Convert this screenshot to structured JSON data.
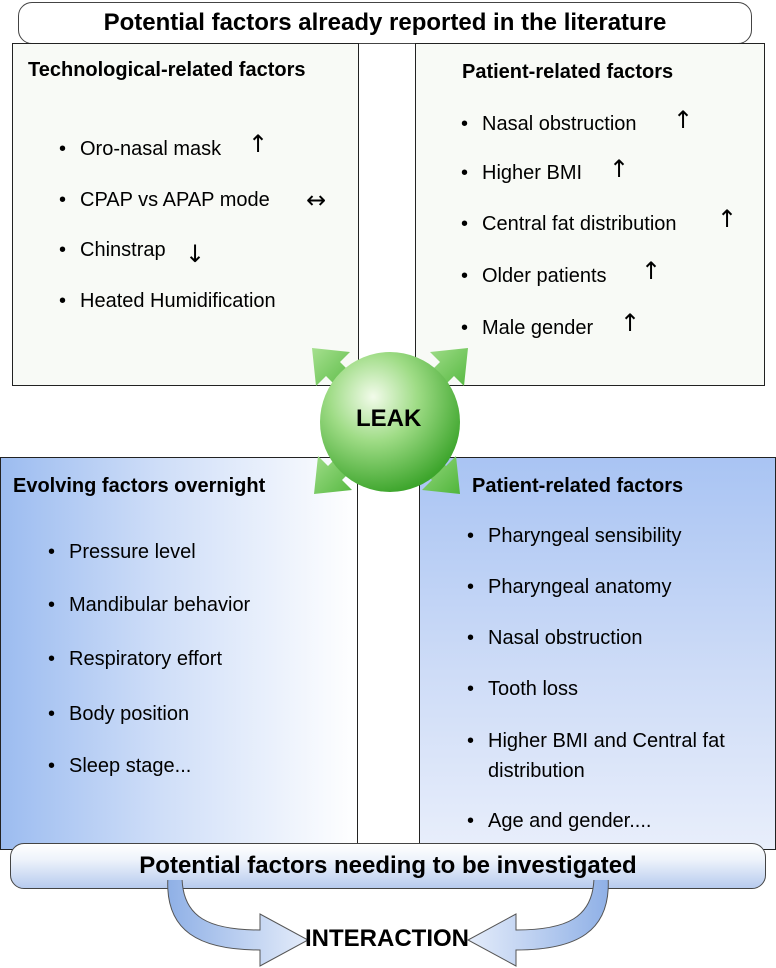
{
  "top_banner": "Potential factors already reported in the literature",
  "bottom_banner": "Potential factors needing to be investigated",
  "center_label": "LEAK",
  "interaction_label": "INTERACTION",
  "tech_panel": {
    "heading": "Technological-related factors",
    "items": [
      {
        "bullet": "•",
        "text": "Oro-nasal mask",
        "arrow": "↑"
      },
      {
        "bullet": "•",
        "text": "CPAP vs APAP mode",
        "arrow": "↔"
      },
      {
        "bullet": "•",
        "text": "Chinstrap",
        "arrow": "↓"
      },
      {
        "bullet": "•",
        "text": "Heated Humidification",
        "arrow": ""
      }
    ]
  },
  "patient_panel_top": {
    "heading": "Patient-related factors",
    "items": [
      {
        "bullet": "•",
        "text": "Nasal obstruction",
        "arrow": "↑"
      },
      {
        "bullet": "•",
        "text": "Higher BMI",
        "arrow": "↑"
      },
      {
        "bullet": "•",
        "text": "Central fat distribution",
        "arrow": "↑"
      },
      {
        "bullet": "•",
        "text": "Older patients",
        "arrow": "↑"
      },
      {
        "bullet": "•",
        "text": "Male gender",
        "arrow": "↑"
      }
    ]
  },
  "evolving_panel": {
    "heading": "Evolving factors overnight",
    "items": [
      {
        "bullet": "•",
        "text": "Pressure level"
      },
      {
        "bullet": "•",
        "text": "Mandibular behavior"
      },
      {
        "bullet": "•",
        "text": "Respiratory effort"
      },
      {
        "bullet": "•",
        "text": "Body position"
      },
      {
        "bullet": "•",
        "text": "Sleep stage..."
      }
    ]
  },
  "patient_panel_bottom": {
    "heading": "Patient-related factors",
    "items": [
      {
        "bullet": "•",
        "text": "Pharyngeal sensibility"
      },
      {
        "bullet": "•",
        "text": "Pharyngeal anatomy"
      },
      {
        "bullet": "•",
        "text": "Nasal obstruction"
      },
      {
        "bullet": "•",
        "text": "Tooth loss"
      },
      {
        "bullet": "•",
        "text": "Higher BMI and Central fat distribution"
      },
      {
        "bullet": "•",
        "text": "Age and gender...."
      }
    ]
  },
  "colors": {
    "sphere_light": "#e4f8d6",
    "sphere_dark": "#4fb53a",
    "arrow_green": "#6cc25a",
    "blue_panel": "#a9c4f3",
    "curved_arrow_blue": "#9bb7e8"
  }
}
